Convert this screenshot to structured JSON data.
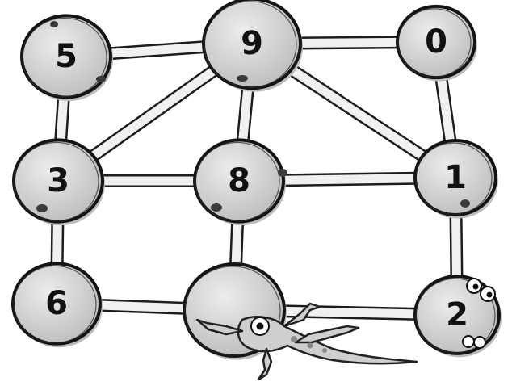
{
  "colors": {
    "node_fill_light": "#ececec",
    "node_fill_dark": "#bcbcbc",
    "edge_fill": "#f0f0f0",
    "outline": "#141414"
  },
  "nodes": [
    {
      "id": "5",
      "label": "5"
    },
    {
      "id": "9",
      "label": "9"
    },
    {
      "id": "0",
      "label": "0"
    },
    {
      "id": "3",
      "label": "3"
    },
    {
      "id": "8",
      "label": "8"
    },
    {
      "id": "1",
      "label": "1"
    },
    {
      "id": "6",
      "label": "6"
    },
    {
      "id": "hidden",
      "label": ""
    },
    {
      "id": "2",
      "label": "2"
    }
  ],
  "edges": [
    [
      "5",
      "9"
    ],
    [
      "5",
      "3"
    ],
    [
      "9",
      "0"
    ],
    [
      "9",
      "3"
    ],
    [
      "9",
      "8"
    ],
    [
      "9",
      "1"
    ],
    [
      "0",
      "1"
    ],
    [
      "3",
      "8"
    ],
    [
      "3",
      "6"
    ],
    [
      "8",
      "1"
    ],
    [
      "8",
      "hidden"
    ],
    [
      "1",
      "2"
    ],
    [
      "6",
      "hidden"
    ],
    [
      "hidden",
      "2"
    ]
  ],
  "decorations": [
    "lizard",
    "bug",
    "frog-eyes"
  ]
}
